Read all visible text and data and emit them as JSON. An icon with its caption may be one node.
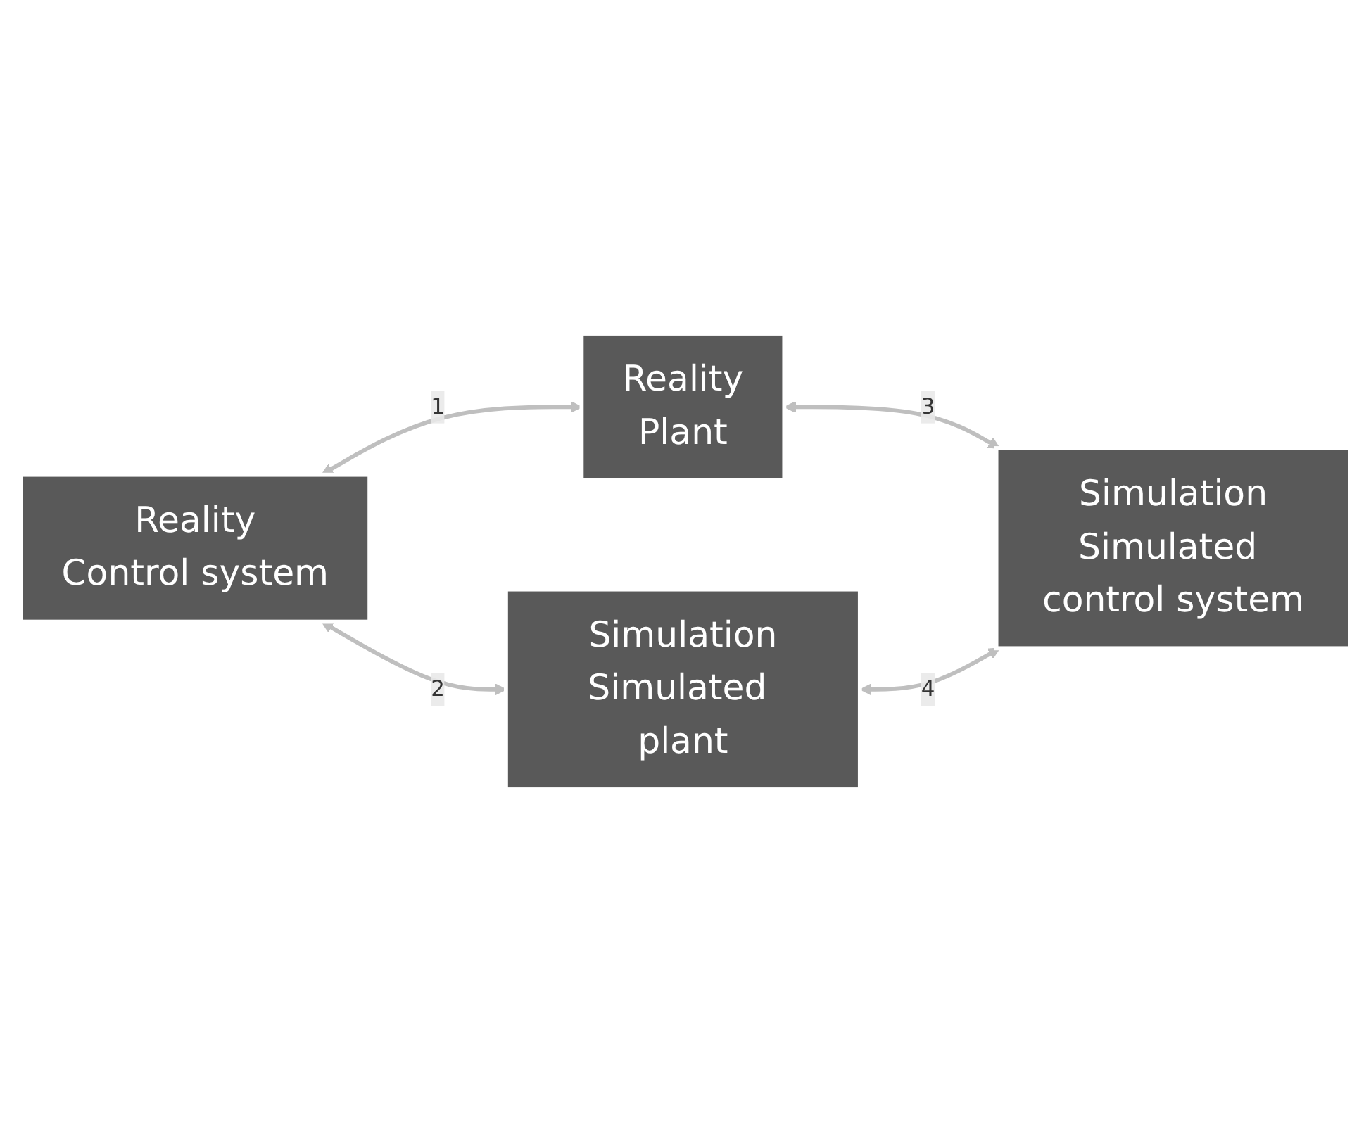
{
  "diagram": {
    "nodes": [
      {
        "text": [
          "Reality",
          "Control system"
        ]
      },
      {
        "text": [
          "Simulation",
          "Simulated plant"
        ]
      },
      {
        "text": [
          "Reality",
          "Plant"
        ]
      },
      {
        "text": [
          "Simulation",
          "Simulated control system"
        ]
      }
    ],
    "edges": [
      {
        "from": 0,
        "to": 2,
        "arrow": "both",
        "label": "1"
      },
      {
        "from": 0,
        "to": 1,
        "arrow": "both",
        "label": "2"
      },
      {
        "from": 2,
        "to": 3,
        "arrow": "both",
        "label": "3"
      },
      {
        "from": 1,
        "to": 3,
        "arrow": "both",
        "label": "4"
      }
    ]
  }
}
